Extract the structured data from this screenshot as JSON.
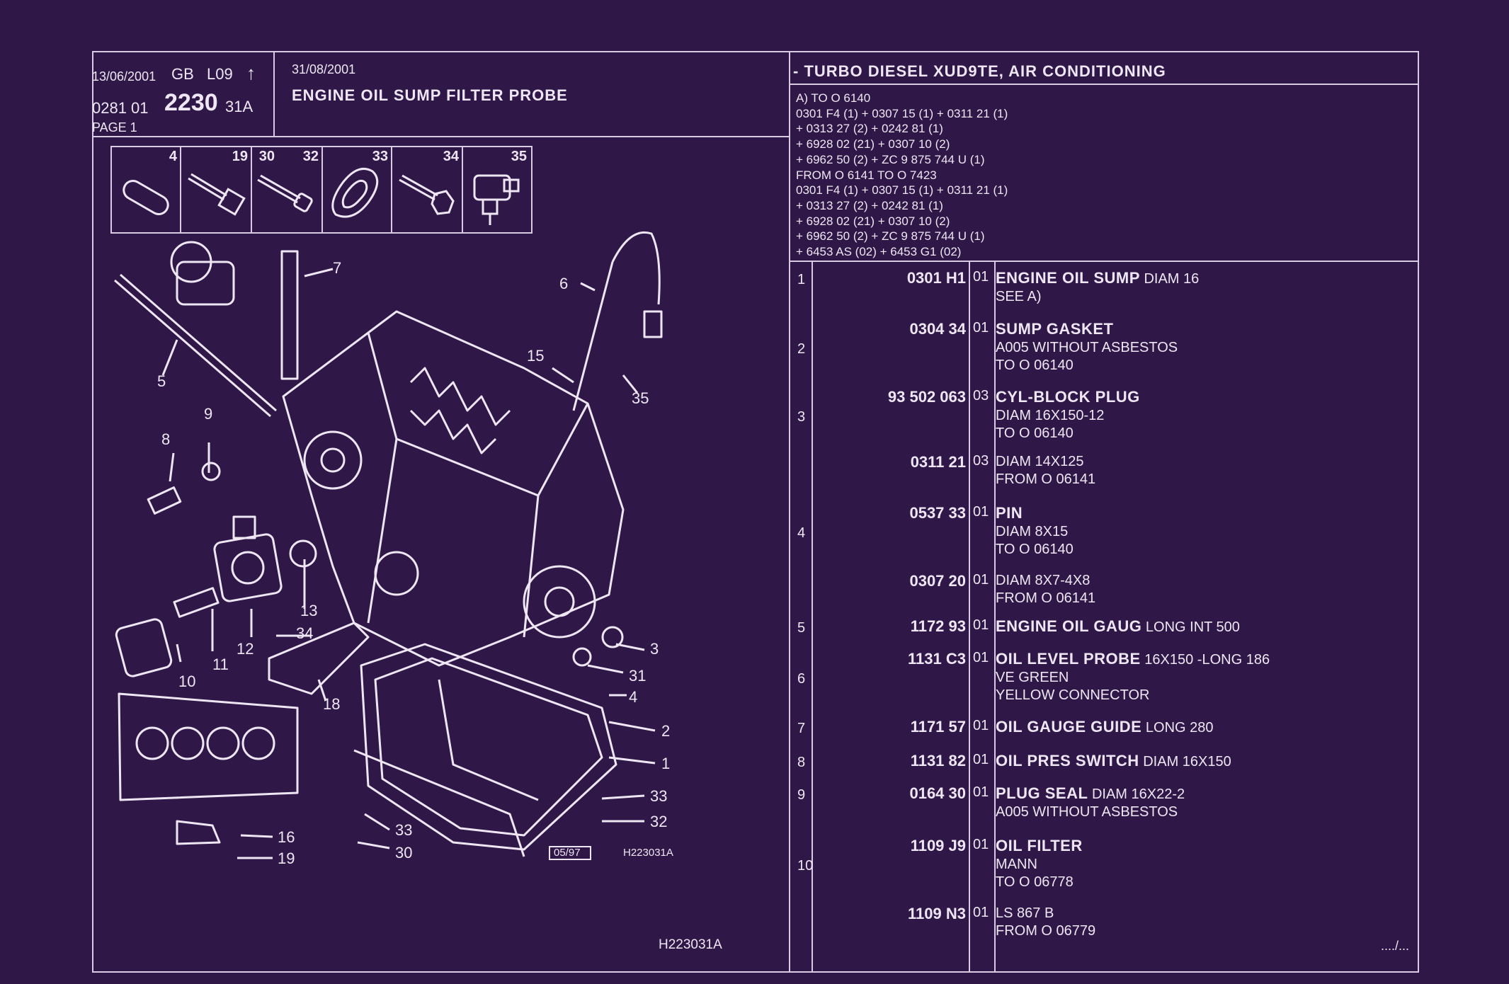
{
  "header": {
    "date1": "13/06/2001",
    "lang": "GB",
    "code": "L09",
    "arrow": "↑",
    "ref_prefix": "0281 01",
    "ref_main": "2230",
    "ref_suffix": "31A",
    "page": "PAGE 1",
    "date2": "31/08/2001",
    "title": "ENGINE OIL SUMP FILTER PROBE",
    "model": "- TURBO DIESEL XUD9TE, AIR CONDITIONING"
  },
  "notes": [
    "A) TO O 6140",
    "0301 F4 (1) + 0307 15 (1) + 0311 21 (1)",
    " + 0313 27 (2) + 0242 81 (1)",
    " + 6928 02 (21) + 0307 10 (2)",
    " + 6962 50 (2) + ZC 9 875 744 U (1)",
    "FROM O 6141 TO O 7423",
    "0301 F4 (1) + 0307 15 (1) + 0311 21 (1)",
    " + 0313 27 (2) + 0242 81 (1)",
    " + 6928 02 (21) + 0307 10 (2)",
    " + 6962 50 (2) + ZC 9 875 744 U (1)",
    " + 6453 AS (02) + 6453 G1 (02)"
  ],
  "thumbnails": [
    "4",
    "19",
    "30",
    "32",
    "33",
    "34",
    "35"
  ],
  "diagram": {
    "callouts": [
      "7",
      "6",
      "5",
      "15",
      "35",
      "9",
      "8",
      "13",
      "34",
      "12",
      "11",
      "10",
      "18",
      "3",
      "31",
      "4",
      "2",
      "1",
      "33",
      "32",
      "33",
      "30",
      "16",
      "19"
    ],
    "stamp": "05/97",
    "ref": "H223031A",
    "footer_ref": "H223031A"
  },
  "parts": [
    {
      "n": "1",
      "ref": "0301 H1",
      "qty": "01",
      "name": "ENGINE OIL SUMP",
      "spec": "DIAM 16",
      "lines": [
        "SEE A)"
      ]
    },
    {
      "n": "2",
      "ref": "0304 34",
      "qty": "01",
      "name": "SUMP GASKET",
      "spec": "",
      "lines": [
        "A005 WITHOUT ASBESTOS",
        "TO  O  06140"
      ]
    },
    {
      "n": "3",
      "ref": "93 502 063",
      "qty": "03",
      "name": "CYL-BLOCK PLUG",
      "spec": "",
      "lines": [
        "DIAM 16X150-12",
        "TO  O  06140"
      ]
    },
    {
      "n": "",
      "ref": "0311 21",
      "qty": "03",
      "name": "",
      "spec": "DIAM 14X125",
      "lines": [
        "FROM  O  06141"
      ]
    },
    {
      "n": "4",
      "ref": "0537 33",
      "qty": "01",
      "name": "PIN",
      "spec": "",
      "lines": [
        "DIAM 8X15",
        "TO  O  06140"
      ]
    },
    {
      "n": "",
      "ref": "0307 20",
      "qty": "01",
      "name": "",
      "spec": "DIAM 8X7-4X8",
      "lines": [
        "FROM  O  06141"
      ]
    },
    {
      "n": "5",
      "ref": "1172 93",
      "qty": "01",
      "name": "ENGINE OIL GAUG",
      "spec": "LONG INT 500",
      "lines": []
    },
    {
      "n": "6",
      "ref": "1131 C3",
      "qty": "01",
      "name": "OIL LEVEL PROBE",
      "spec": "16X150 -LONG 186",
      "lines": [
        "VE GREEN",
        "YELLOW CONNECTOR"
      ]
    },
    {
      "n": "7",
      "ref": "1171 57",
      "qty": "01",
      "name": "OIL GAUGE GUIDE",
      "spec": "LONG 280",
      "lines": []
    },
    {
      "n": "8",
      "ref": "1131 82",
      "qty": "01",
      "name": "OIL PRES SWITCH",
      "spec": "DIAM 16X150",
      "lines": []
    },
    {
      "n": "9",
      "ref": "0164 30",
      "qty": "01",
      "name": "PLUG SEAL",
      "spec": "DIAM 16X22-2",
      "lines": [
        "A005 WITHOUT ASBESTOS"
      ]
    },
    {
      "n": "10",
      "ref": "1109 J9",
      "qty": "01",
      "name": "OIL FILTER",
      "spec": "",
      "lines": [
        "MANN",
        "TO  O  06778"
      ]
    },
    {
      "n": "",
      "ref": "1109 N3",
      "qty": "01",
      "name": "",
      "spec": "LS 867 B",
      "lines": [
        "FROM  O  06779"
      ]
    }
  ],
  "continued": "..../...",
  "colors": {
    "background": "#2f1848",
    "ink": "#efe6f4"
  }
}
